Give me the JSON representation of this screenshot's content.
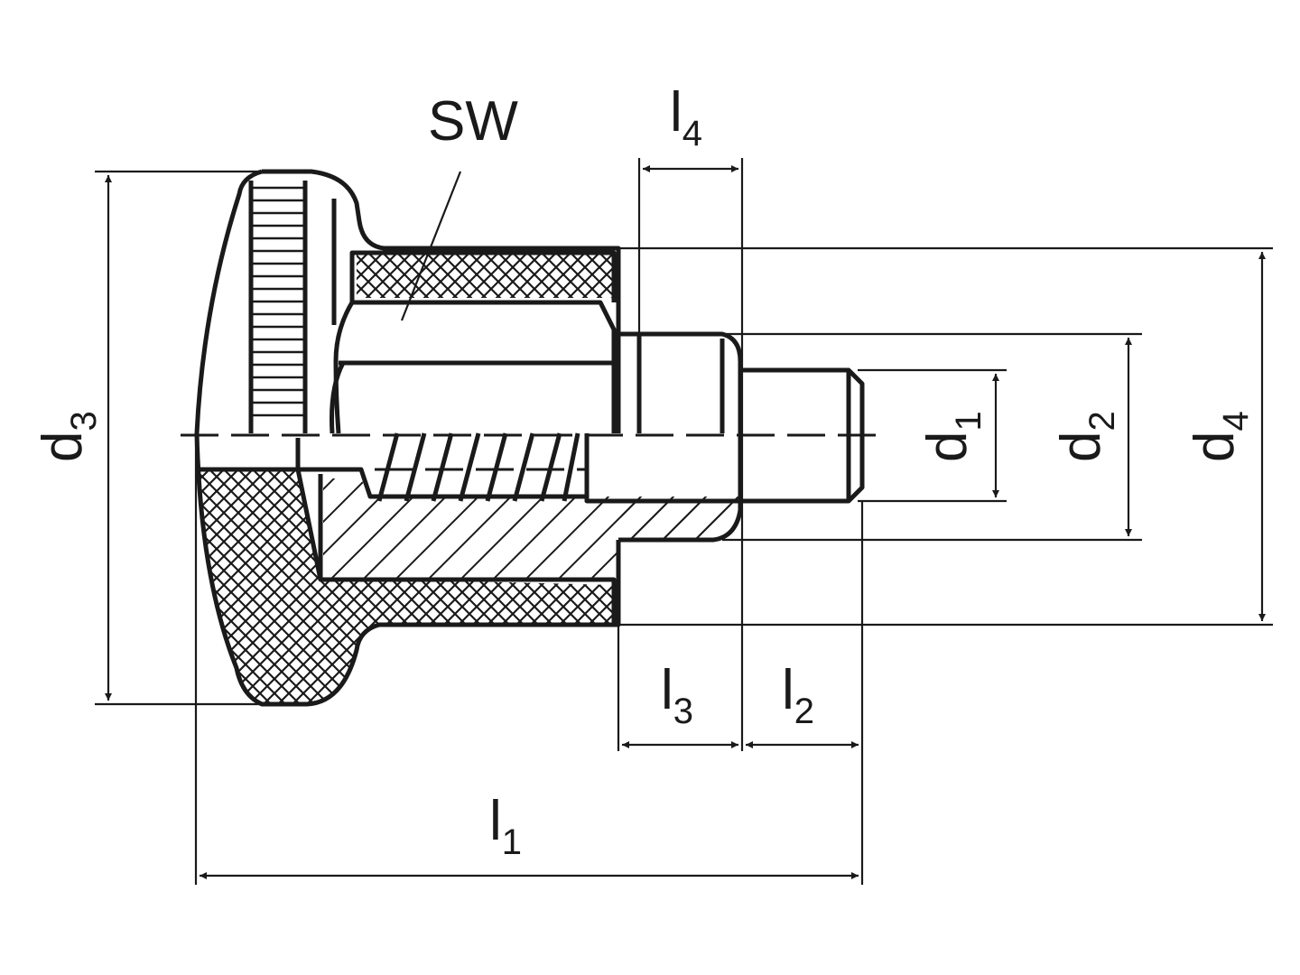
{
  "drawing": {
    "labels": {
      "sw": {
        "main": "SW"
      },
      "l4": {
        "main": "l",
        "sub": "4"
      },
      "l3": {
        "main": "l",
        "sub": "3"
      },
      "l2": {
        "main": "l",
        "sub": "2"
      },
      "l1": {
        "main": "l",
        "sub": "1"
      },
      "d1": {
        "main": "d",
        "sub": "1"
      },
      "d2": {
        "main": "d",
        "sub": "2"
      },
      "d3": {
        "main": "d",
        "sub": "3"
      },
      "d4": {
        "main": "d",
        "sub": "4"
      }
    },
    "colors": {
      "ink": "#1a1a1a",
      "background": "#ffffff"
    }
  }
}
